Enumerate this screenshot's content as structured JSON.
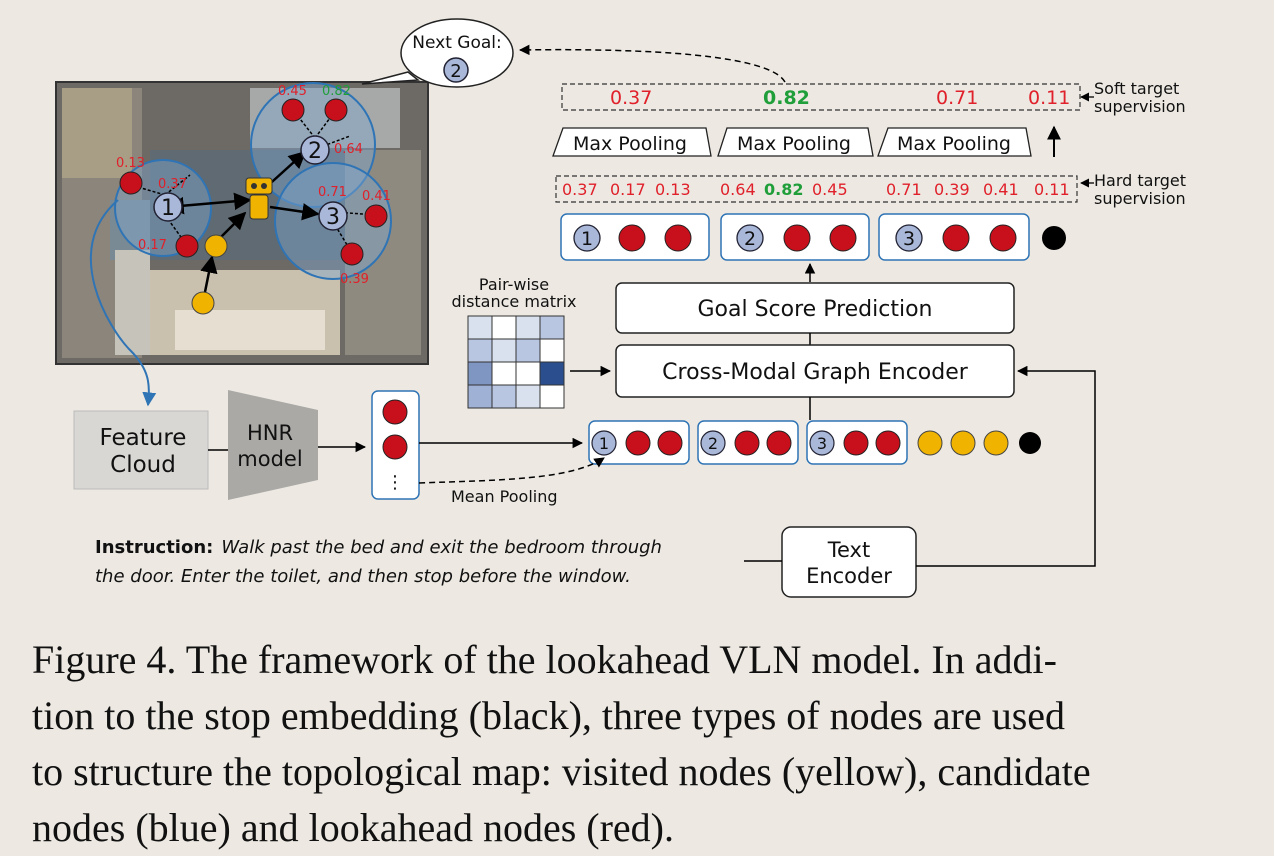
{
  "map": {
    "bubble_title": "Next Goal:",
    "bubble_node": "2",
    "candidates": [
      {
        "id": "1",
        "scores": [
          "0.13",
          "0.37",
          "0.17"
        ]
      },
      {
        "id": "2",
        "scores": [
          "0.45",
          "0.82",
          "0.64"
        ]
      },
      {
        "id": "3",
        "scores": [
          "0.71",
          "0.41",
          "0.39"
        ]
      }
    ]
  },
  "targets": {
    "soft_label": [
      "Soft target",
      "supervision"
    ],
    "soft_values": [
      "0.37",
      "0.82",
      "0.71",
      "0.11"
    ],
    "hard_label": [
      "Hard target",
      "supervision"
    ],
    "hard_values": [
      "0.37",
      "0.17",
      "0.13",
      "0.64",
      "0.82",
      "0.45",
      "0.71",
      "0.39",
      "0.41",
      "0.11"
    ],
    "max_pooling": "Max Pooling"
  },
  "blocks": {
    "goal_score": "Goal Score Prediction",
    "graph_encoder": "Cross-Modal Graph Encoder",
    "feature_cloud": [
      "Feature",
      "Cloud"
    ],
    "hnr": [
      "HNR",
      "model"
    ],
    "text_encoder": [
      "Text",
      "Encoder"
    ],
    "pairwise": [
      "Pair-wise",
      "distance matrix"
    ],
    "mean_pooling": "Mean Pooling",
    "ellipsis": "⋮"
  },
  "nodes": {
    "candidate_ids": [
      "1",
      "2",
      "3"
    ]
  },
  "instruction": {
    "label": "Instruction:",
    "line1": "Walk past the bed and exit the bedroom through",
    "line2": "the door. Enter the toilet, and then stop before the window."
  },
  "caption": [
    "Figure 4.  The framework of the lookahead VLN model.  In addi-",
    "tion to the stop embedding (black), three types of nodes are used",
    "to structure the topological map: visited nodes (yellow), candidate",
    "nodes (blue) and lookahead nodes (red)."
  ],
  "colors": {
    "visited": "#f0b400",
    "candidate": "#a9b8d9",
    "lookahead": "#c8101c",
    "stop": "#000000",
    "score_red": "#e0202a",
    "score_green": "#1f9e3a",
    "frame_blue": "#2f74b5"
  }
}
